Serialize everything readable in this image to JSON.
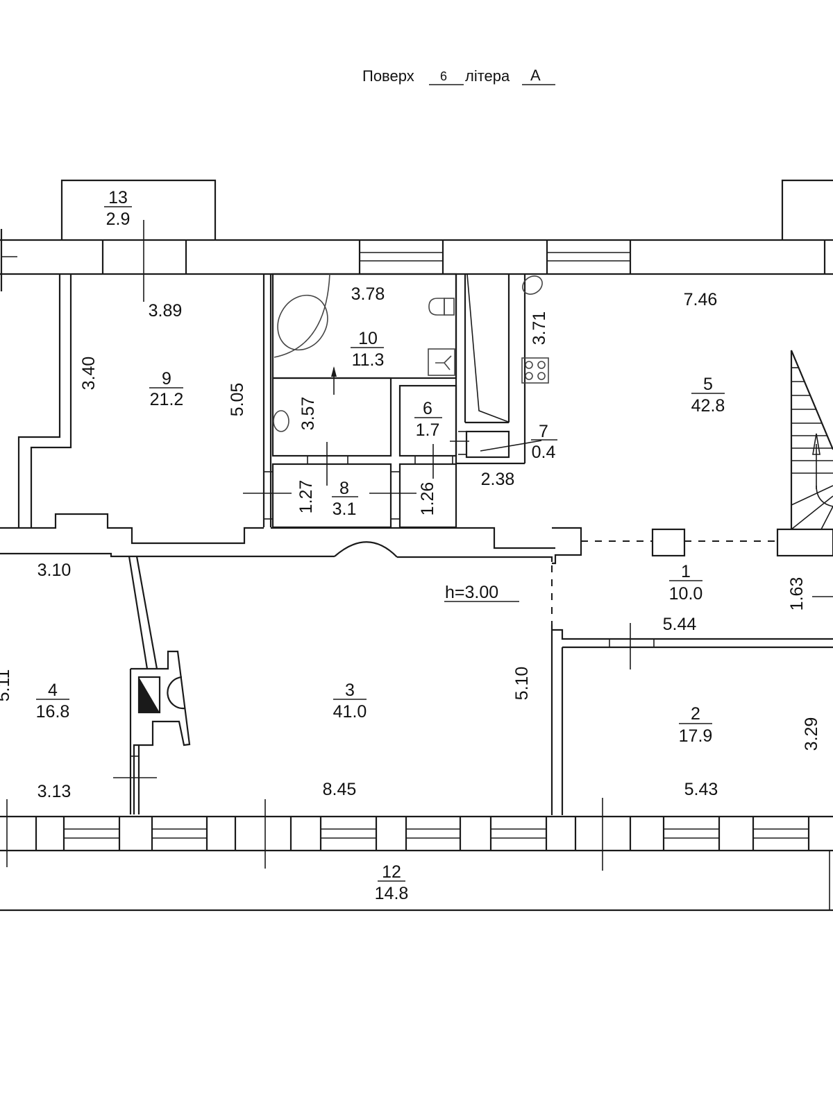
{
  "header": {
    "floor_label": "Поверх",
    "floor_value": "6",
    "letter_label": "літера",
    "letter_value": "А"
  },
  "ceiling_height": "h=3.00",
  "rooms": [
    {
      "number": "1",
      "area": "10.0"
    },
    {
      "number": "2",
      "area": "17.9"
    },
    {
      "number": "3",
      "area": "41.0"
    },
    {
      "number": "4",
      "area": "16.8"
    },
    {
      "number": "5",
      "area": "42.8"
    },
    {
      "number": "6",
      "area": "1.7"
    },
    {
      "number": "7",
      "area": "0.4"
    },
    {
      "number": "8",
      "area": "3.1"
    },
    {
      "number": "9",
      "area": "21.2"
    },
    {
      "number": "10",
      "area": "11.3"
    },
    {
      "number": "12",
      "area": "14.8"
    },
    {
      "number": "13",
      "area": "2.9"
    }
  ],
  "dimensions": {
    "room9_width": "3.89",
    "room9_height_left": "3.40",
    "room9_height_right": "5.05",
    "room10_width": "3.78",
    "room10_height": "3.57",
    "kitchen_height": "3.71",
    "room5_width": "7.46",
    "room8_left": "1.27",
    "room8_right": "1.26",
    "room7_width": "2.38",
    "room4_top": "3.10",
    "room4_bottom": "3.13",
    "room4_height": "5.11",
    "room3_height": "5.10",
    "room3_width": "8.45",
    "room1_width": "5.44",
    "room1_height": "1.63",
    "room2_width": "5.43",
    "room2_height": "3.29"
  }
}
